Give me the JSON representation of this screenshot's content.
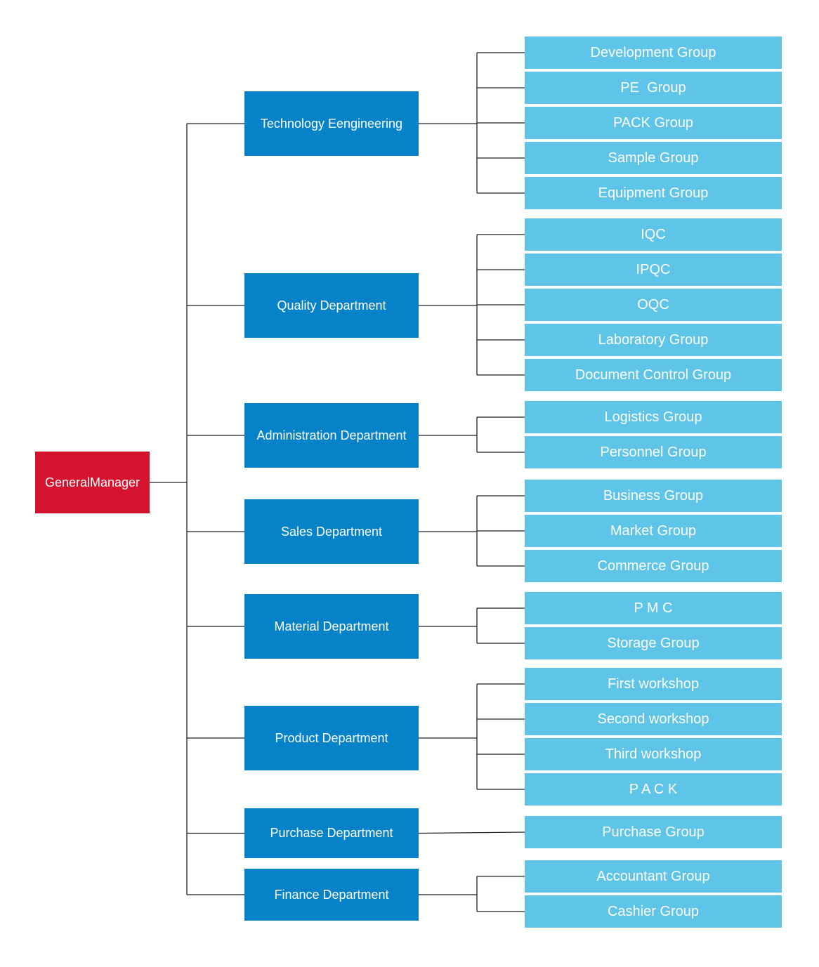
{
  "colors": {
    "general_manager": "#d4142f",
    "department": "#0683c8",
    "group": "#5ec4e8",
    "connector": "#222222"
  },
  "root": {
    "label": "GeneralManager"
  },
  "departments": [
    {
      "label": "Technology Eengineering",
      "groups": [
        "Development Group",
        "PE  Group",
        "PACK Group",
        "Sample Group",
        "Equipment Group"
      ]
    },
    {
      "label": "Quality Department",
      "groups": [
        "IQC",
        "IPQC",
        "OQC",
        "Laboratory Group",
        "Document Control Group"
      ]
    },
    {
      "label": "Administration Department",
      "groups": [
        "Logistics Group",
        "Personnel Group"
      ]
    },
    {
      "label": "Sales Department",
      "groups": [
        "Business Group",
        "Market Group",
        "Commerce Group"
      ]
    },
    {
      "label": "Material Department",
      "groups": [
        "P M C",
        "Storage Group"
      ]
    },
    {
      "label": "Product Department",
      "groups": [
        "First workshop",
        "Second workshop",
        "Third workshop",
        "P A C K"
      ]
    },
    {
      "label": "Purchase Department",
      "groups": [
        "Purchase Group"
      ]
    },
    {
      "label": "Finance Department",
      "groups": [
        "Accountant Group",
        "Cashier Group"
      ]
    }
  ]
}
